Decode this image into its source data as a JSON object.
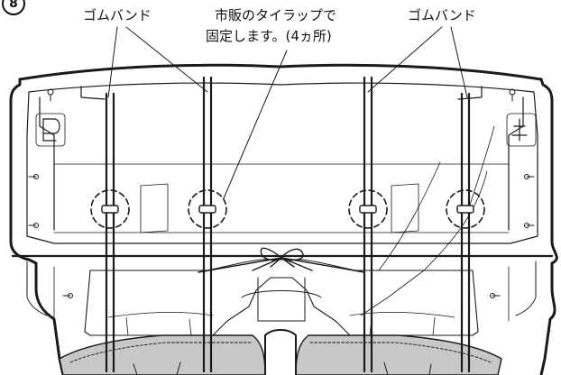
{
  "step_number": "8",
  "callouts": {
    "left_label": "ゴムバンド",
    "center_line1": "市販のタイラップで",
    "center_line2": "固定します。(4ヵ所)",
    "right_label": "ゴムバンド"
  },
  "colors": {
    "line": "#1a1a1a",
    "padding_fill": "#c8c8c8",
    "background": "#ffffff"
  }
}
